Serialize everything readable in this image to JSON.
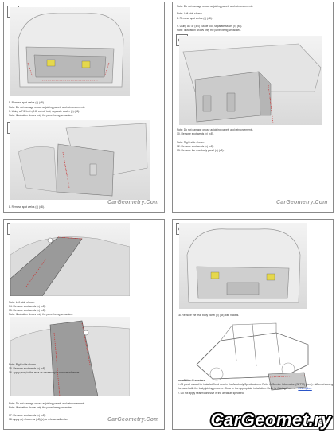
{
  "watermark": "CarGeometry.Com",
  "brand_logo": "CarGeomet.ry",
  "page1": {
    "text_step_a": "5.  Remove spot welds (x) (x8).",
    "text_step_b1": "Note: Do not damage or use adjoining panels and reinforcements.",
    "text_step_b2": "7.  Using a 7.5/-inch (0.8) cut-off tool, separate sealer (x) (x8).",
    "text_step_b3": "    Note: Illustration shows only the panel being separated.",
    "text_step_c": "8.  Remove spot welds (x) (x8)."
  },
  "page2": {
    "text_top1": "Note: Do not damage or use adjoining panels and reinforcements.",
    "text_top2": "Note: Left side shown.",
    "text_top3": "8.  Remove spot welds (x) (x8).",
    "text_top4": "9.  Using a 7.5\" (4.0) cut-off tool, separate sealer (x) (x8).",
    "text_top5": "    Note: Illustration shows only the panel being separated.",
    "text_mid1": "Note: Do not damage or use adjoining panels and reinforcements.",
    "text_mid2": "10. Remove spot welds (x) (x8).",
    "text_mid3": "Note: Right side shown.",
    "text_mid4": "12. Remove spot welds (x) (x8).",
    "text_mid5": "13. Remove the rear body panel (x) (x8)."
  },
  "page3": {
    "text_a1": "Note: Left side shown.",
    "text_a2": "14. Remove spot welds (x) (x8).",
    "text_a3": "15. Remove spot welds (x) (x8).",
    "text_a4": "Note: Illustration shows only the panel being separated.",
    "text_b1": "Note: Right side shown.",
    "text_b2": "15. Remove spot welds (x) (x8).",
    "text_b3": "16. Apply (xxx) to the area as necessary to remove adhesive.",
    "text_b4": "Note: Do not damage or use adjoining panels and reinforcements.",
    "text_b5": "Note: Illustration shows only the panel being separated.",
    "text_b6": "17. Remove spot welds (x) (x8).",
    "text_b7": "18. Apply (x) shown as (x8) (x) to release adhesive."
  },
  "page4": {
    "text_a1": "18. Remove the rear body panel (x) (x8) with nickels.",
    "text_b1": "Installation Procedure",
    "text_b2": "1.  All panel should be installed/fixed over in the Autobody Specifications. Refer to Service Information (SPPM) (xxxx) - When choosing",
    "text_b3": "    the panel with the body joining process. Observe the appropriate installation: Refer to Joining Process -",
    "link_b": "Description.",
    "text_b4": "2.  Do not apply sealer/adhesive in the areas as specified."
  }
}
